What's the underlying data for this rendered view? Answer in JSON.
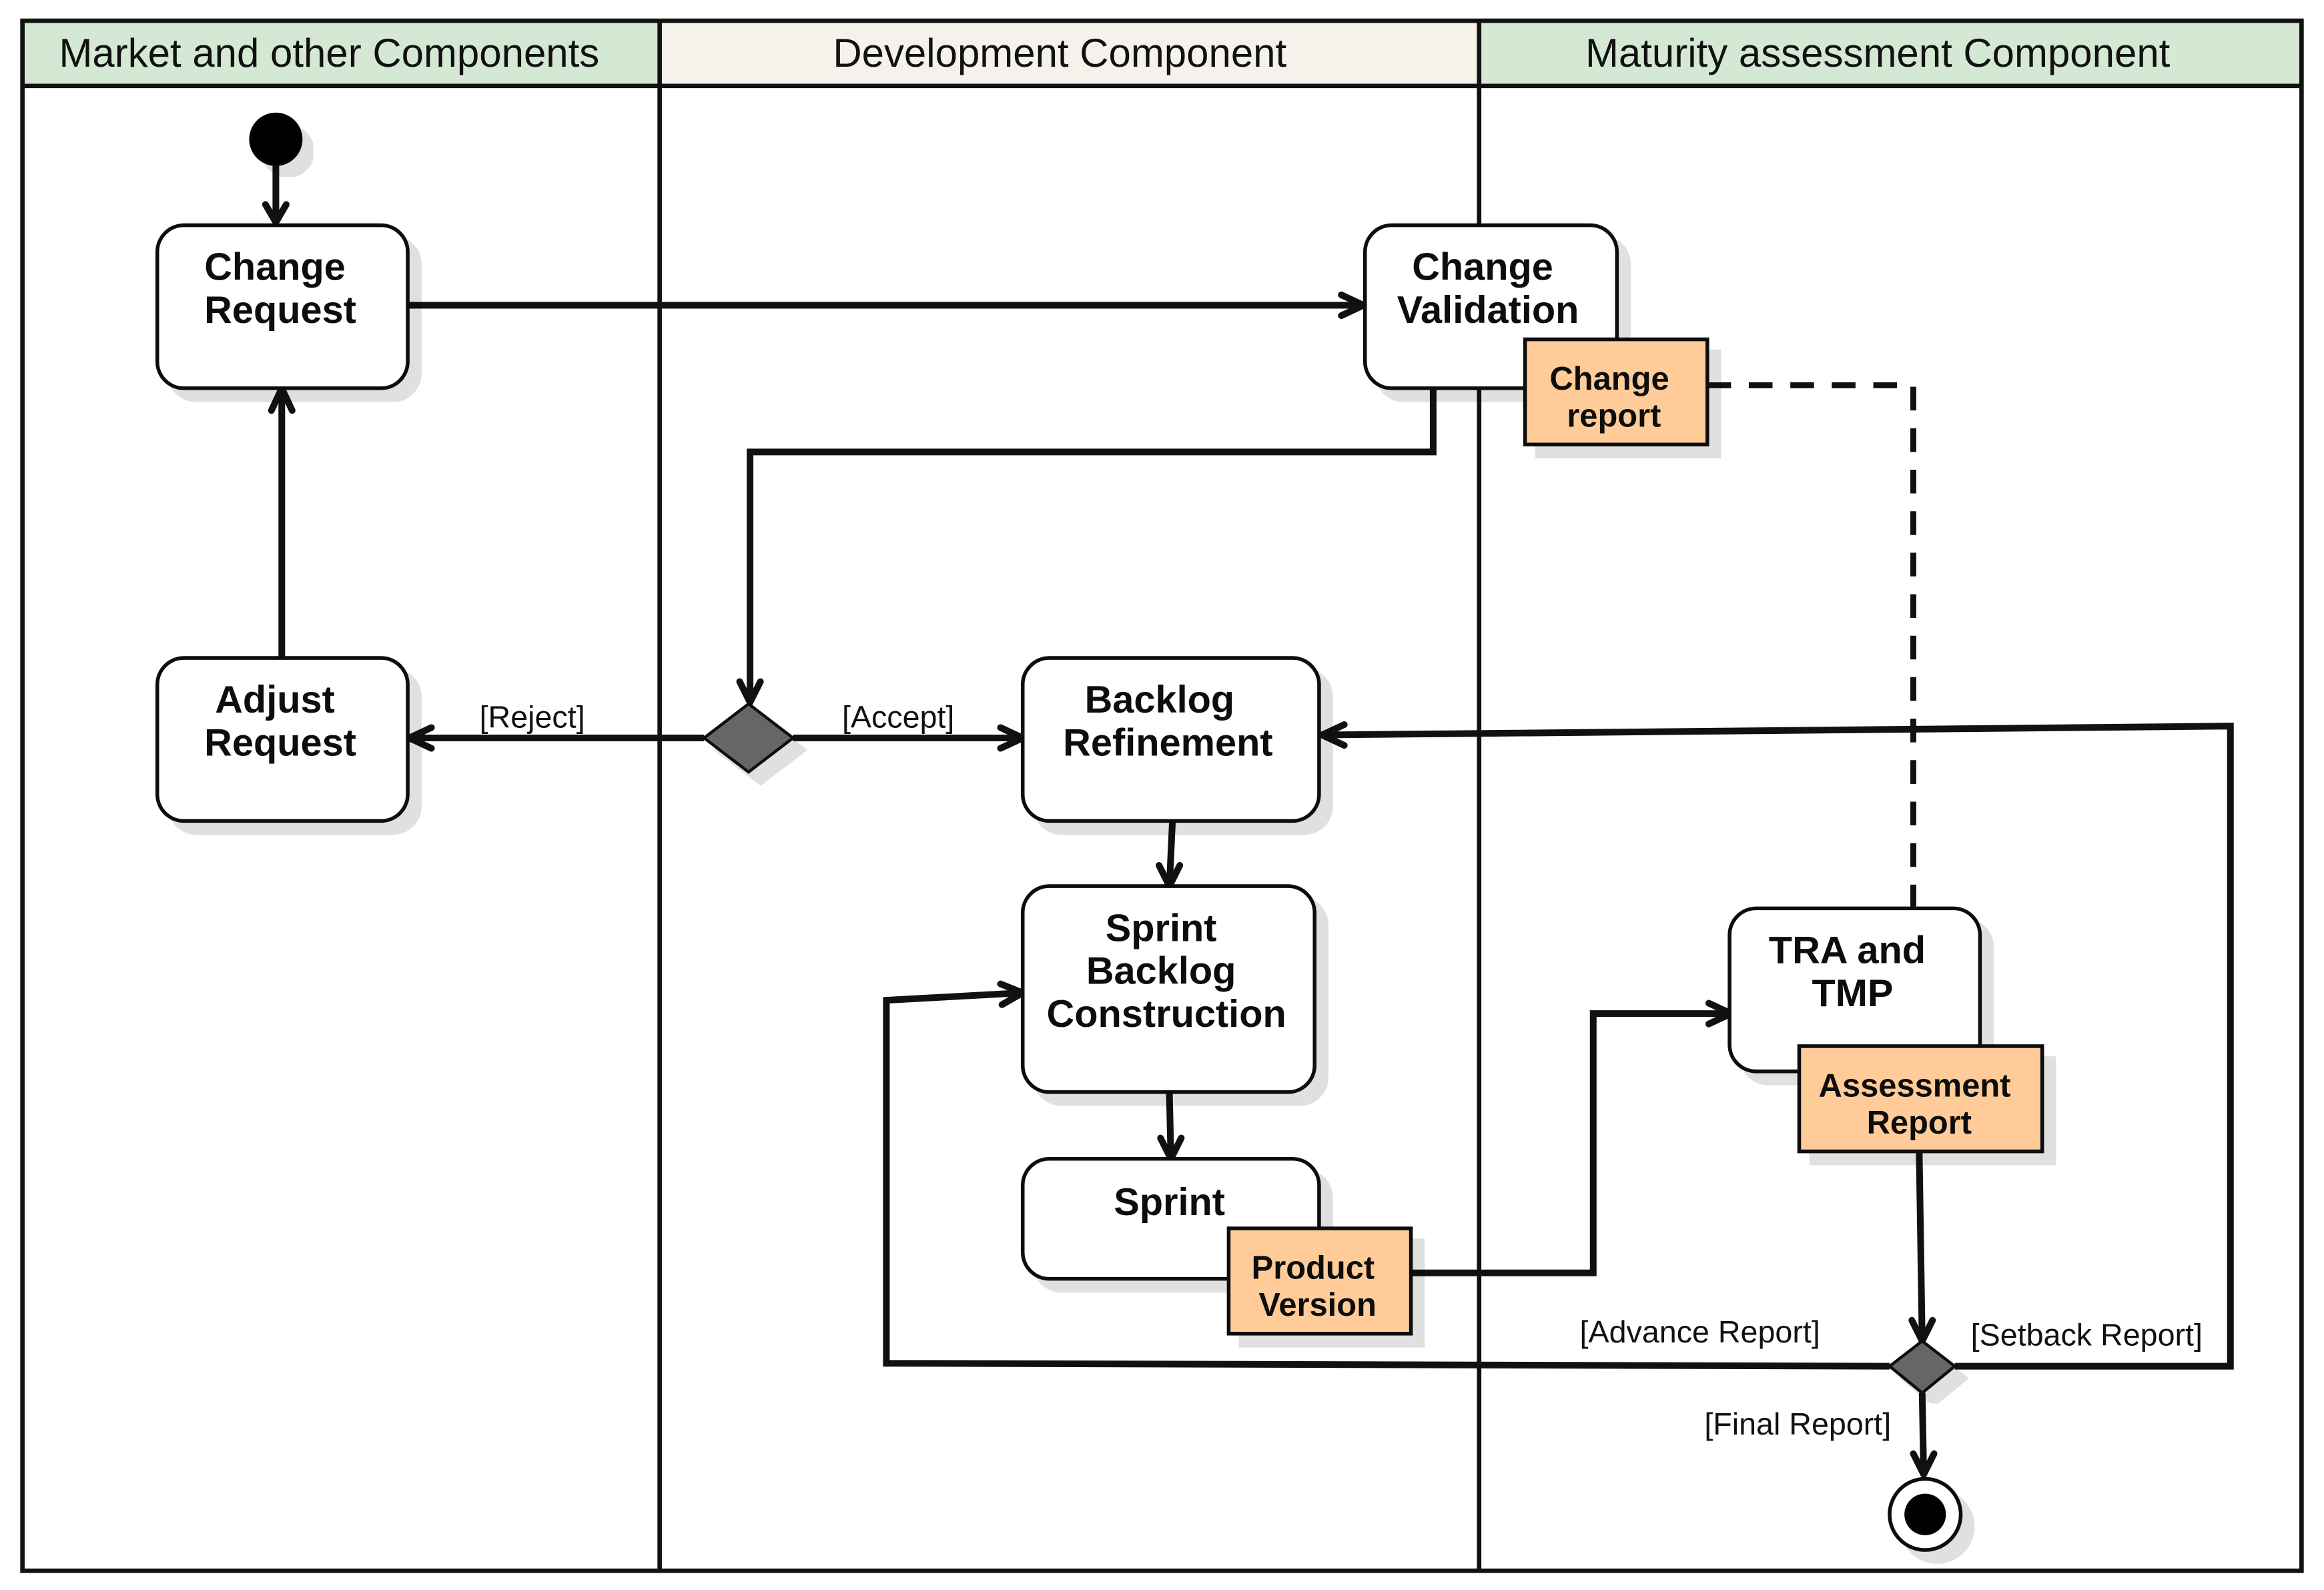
{
  "lanes": [
    {
      "title": "Market and other Components",
      "header_color": "#d5e8d4"
    },
    {
      "title": "Development Component",
      "header_color": "#f5f2ec"
    },
    {
      "title": "Maturity assessment Component",
      "header_color": "#d5e8d4"
    }
  ],
  "actions": {
    "change_request": [
      "Change",
      "Request"
    ],
    "adjust_request": [
      "Adjust",
      "Request"
    ],
    "change_validation": [
      "Change",
      "Validation"
    ],
    "backlog_refinement": [
      "Backlog",
      "Refinement"
    ],
    "sprint_backlog_construction": [
      "Sprint",
      "Backlog",
      "Construction"
    ],
    "sprint": [
      "Sprint"
    ],
    "tra_tmp": [
      "TRA and",
      "TMP"
    ]
  },
  "objects": {
    "change_report": [
      "Change",
      "report"
    ],
    "product_version": [
      "Product",
      "Version"
    ],
    "assessment_report": [
      "Assessment",
      "Report"
    ]
  },
  "guards": {
    "reject": "[Reject]",
    "accept": "[Accept]",
    "advance_report": "[Advance Report]",
    "setback_report": "[Setback Report]",
    "final_report": "[Final Report]"
  },
  "colors": {
    "object_fill": "#ffcc99",
    "decision_fill": "#666666",
    "line": "#111111"
  }
}
